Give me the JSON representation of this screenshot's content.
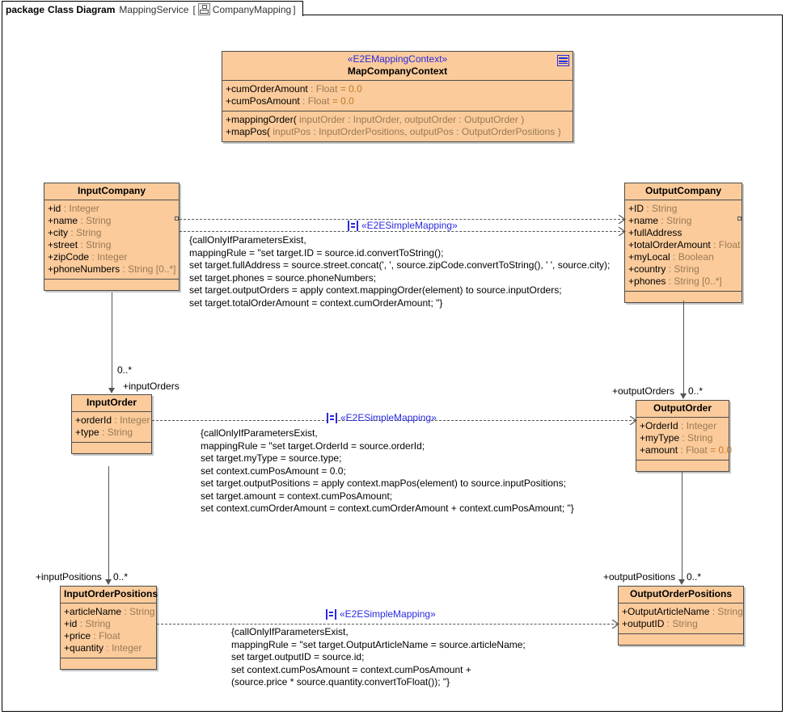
{
  "package": {
    "kw_package": "package",
    "kw_kind": "Class Diagram",
    "service": "MappingService",
    "bracket_open": "[",
    "icon": "class-diagram-icon",
    "name": "CompanyMapping",
    "bracket_close": "]"
  },
  "classes": {
    "map_company_context": {
      "stereotype": "«E2EMappingContext»",
      "name": "MapCompanyContext",
      "attributes": [
        {
          "vis": "+",
          "name": "cumOrderAmount",
          "sep": " : ",
          "type": "Float",
          "default": " = 0.0"
        },
        {
          "vis": "+",
          "name": "cumPosAmount",
          "sep": " : ",
          "type": "Float",
          "default": " = 0.0"
        }
      ],
      "operations": [
        {
          "vis": "+",
          "name": "mappingOrder(",
          "params": " inputOrder : InputOrder, outputOrder : OutputOrder )"
        },
        {
          "vis": "+",
          "name": "mapPos(",
          "params": " inputPos : InputOrderPositions, outputPos : OutputOrderPositions )"
        }
      ]
    },
    "input_company": {
      "name": "InputCompany",
      "attributes": [
        {
          "vis": "+",
          "name": "id",
          "sep": " : ",
          "type": "Integer",
          "default": ""
        },
        {
          "vis": "+",
          "name": "name",
          "sep": " : ",
          "type": "String",
          "default": ""
        },
        {
          "vis": "+",
          "name": "city",
          "sep": " : ",
          "type": "String",
          "default": ""
        },
        {
          "vis": "+",
          "name": "street",
          "sep": " : ",
          "type": "String",
          "default": ""
        },
        {
          "vis": "+",
          "name": "zipCode",
          "sep": " : ",
          "type": "Integer",
          "default": ""
        },
        {
          "vis": "+",
          "name": "phoneNumbers",
          "sep": " : ",
          "type": "String [0..*]",
          "default": ""
        }
      ]
    },
    "output_company": {
      "name": "OutputCompany",
      "attributes": [
        {
          "vis": "+",
          "name": "ID",
          "sep": " : ",
          "type": "String",
          "default": ""
        },
        {
          "vis": "+",
          "name": "name",
          "sep": " : ",
          "type": "String",
          "default": ""
        },
        {
          "vis": "+",
          "name": "fullAddress",
          "sep": "",
          "type": "",
          "default": ""
        },
        {
          "vis": "+",
          "name": "totalOrderAmount",
          "sep": " : ",
          "type": "Float",
          "default": ""
        },
        {
          "vis": "+",
          "name": "myLocal",
          "sep": " : ",
          "type": "Boolean",
          "default": ""
        },
        {
          "vis": "+",
          "name": "country",
          "sep": " : ",
          "type": "String",
          "default": ""
        },
        {
          "vis": "+",
          "name": "phones",
          "sep": " : ",
          "type": "String [0..*]",
          "default": ""
        }
      ]
    },
    "input_order": {
      "name": "InputOrder",
      "attributes": [
        {
          "vis": "+",
          "name": "orderId",
          "sep": " : ",
          "type": "Integer",
          "default": ""
        },
        {
          "vis": "+",
          "name": "type",
          "sep": " : ",
          "type": "String",
          "default": ""
        }
      ]
    },
    "output_order": {
      "name": "OutputOrder",
      "attributes": [
        {
          "vis": "+",
          "name": "OrderId",
          "sep": " : ",
          "type": "Integer",
          "default": ""
        },
        {
          "vis": "+",
          "name": "myType",
          "sep": " : ",
          "type": "String",
          "default": ""
        },
        {
          "vis": "+",
          "name": "amount",
          "sep": " : ",
          "type": "Float",
          "default": " = 0.0"
        }
      ]
    },
    "input_order_positions": {
      "name": "InputOrderPositions",
      "attributes": [
        {
          "vis": "+",
          "name": "articleName",
          "sep": " : ",
          "type": "String",
          "default": ""
        },
        {
          "vis": "+",
          "name": "id",
          "sep": " : ",
          "type": "String",
          "default": ""
        },
        {
          "vis": "+",
          "name": "price",
          "sep": " : ",
          "type": "Float",
          "default": ""
        },
        {
          "vis": "+",
          "name": "quantity",
          "sep": " : ",
          "type": "Integer",
          "default": ""
        }
      ]
    },
    "output_order_positions": {
      "name": "OutputOrderPositions",
      "attributes": [
        {
          "vis": "+",
          "name": "OutputArticleName",
          "sep": " : ",
          "type": "String",
          "default": ""
        },
        {
          "vis": "+",
          "name": "outputID",
          "sep": " : ",
          "type": "String",
          "default": ""
        }
      ]
    }
  },
  "mappings": {
    "company": {
      "stereotype": "«E2ESimpleMapping»",
      "lines": [
        "{callOnlyIfParametersExist,",
        "mappingRule = \"set target.ID = source.id.convertToString();",
        "set target.fullAddress = source.street.concat(', ', source.zipCode.convertToString(), ' ', source.city);",
        "set target.phones = source.phoneNumbers;",
        "set target.outputOrders = apply context.mappingOrder(element) to source.inputOrders;",
        "set target.totalOrderAmount = context.cumOrderAmount; \"}"
      ]
    },
    "order": {
      "stereotype": "«E2ESimpleMapping»",
      "lines": [
        "{callOnlyIfParametersExist,",
        "mappingRule = \"set target.OrderId = source.orderId;",
        "set target.myType = source.type;",
        "set context.cumPosAmount = 0.0;",
        "set target.outputPositions = apply context.mapPos(element) to source.inputPositions;",
        "set target.amount = context.cumPosAmount;",
        "set context.cumOrderAmount = context.cumOrderAmount + context.cumPosAmount; \"}"
      ]
    },
    "positions": {
      "stereotype": "«E2ESimpleMapping»",
      "lines": [
        "{callOnlyIfParametersExist,",
        "mappingRule = \"set target.OutputArticleName = source.articleName;",
        "set target.outputID = source.id;",
        "set context.cumPosAmount = context.cumPosAmount +",
        "(source.price * source.quantity.convertToFloat()); \"}"
      ]
    }
  },
  "associations": {
    "input_orders": {
      "multiplicity": "0..*",
      "role": "+inputOrders"
    },
    "output_orders": {
      "multiplicity": "0..*",
      "role": "+outputOrders"
    },
    "input_positions": {
      "multiplicity": "0..*",
      "role": "+inputPositions"
    },
    "output_positions": {
      "multiplicity": "0..*",
      "role": "+outputPositions"
    }
  },
  "colors": {
    "class_fill": "#fbcb9b",
    "class_border": "#4c4c4c",
    "stereotype_blue": "#2a2ae0",
    "type_text": "#9a7a55",
    "default_text": "#c07a2a",
    "line": "#555555"
  }
}
